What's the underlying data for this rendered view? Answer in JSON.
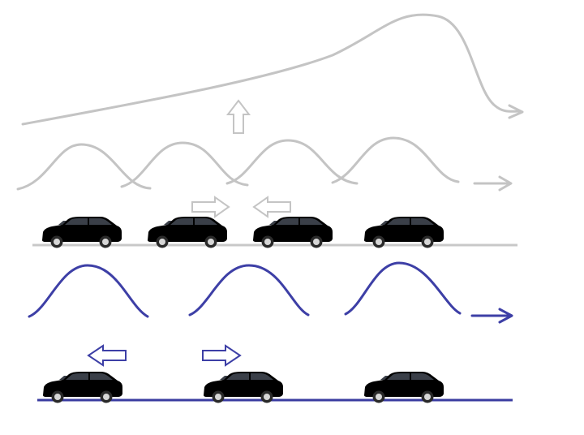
{
  "colors": {
    "background": "#ffffff",
    "gray_stroke": "#c4c4c4",
    "gray_road": "#c8c8c8",
    "gray_car_body": "#c9c9c9",
    "gray_car_shade": "#9e9e9e",
    "blue_stroke": "#3d3fa6",
    "blue_road": "#3a3ca0",
    "blue_car_body": "#1f2f5e",
    "blue_car_shade": "#142046",
    "window": "#3a3f48",
    "tire": "#2a2a2a",
    "rim": "#d6d6d6",
    "hollow_arrow_fill": "#ffffff"
  },
  "icons": {
    "car": "station-wagon-car-icon",
    "hollow_arrow": "hollow-block-arrow-icon",
    "line_arrow": "line-arrow-icon"
  },
  "scenes": {
    "gray": {
      "car_count": 4,
      "hollow_arrows": [
        "right",
        "left",
        "up"
      ]
    },
    "blue": {
      "car_count": 3,
      "hollow_arrows": [
        "left",
        "right"
      ]
    }
  }
}
